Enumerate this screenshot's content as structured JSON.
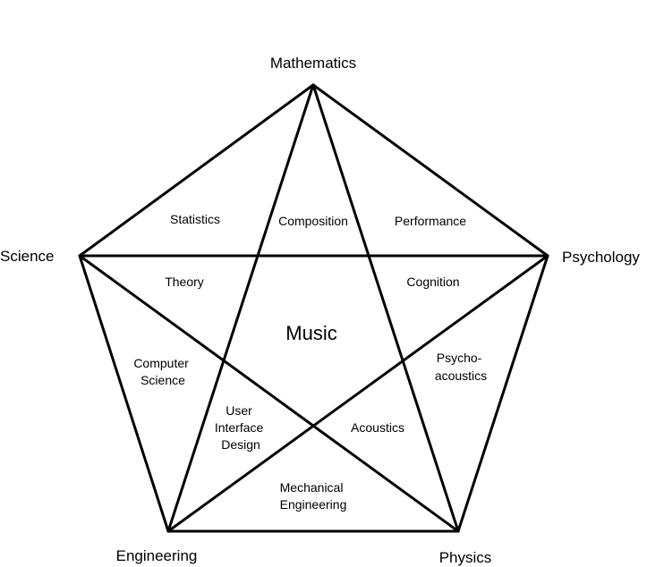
{
  "vertices": {
    "top": "Mathematics",
    "left": "Science",
    "right": "Psychology",
    "bottom_left": "Engineering",
    "bottom_right": "Physics"
  },
  "center": "Music",
  "regions": {
    "statistics": [
      "Statistics"
    ],
    "composition": [
      "Composition"
    ],
    "performance": [
      "Performance"
    ],
    "theory": [
      "Theory"
    ],
    "cognition": [
      "Cognition"
    ],
    "computer_science": [
      "Computer",
      "Science"
    ],
    "psychoacoustics": [
      "Psycho-",
      "acoustics"
    ],
    "ui_design": [
      "User",
      "Interface",
      "Design"
    ],
    "acoustics": [
      "Acoustics"
    ],
    "mechanical_engineering": [
      "Mechanical",
      "Engineering"
    ]
  }
}
